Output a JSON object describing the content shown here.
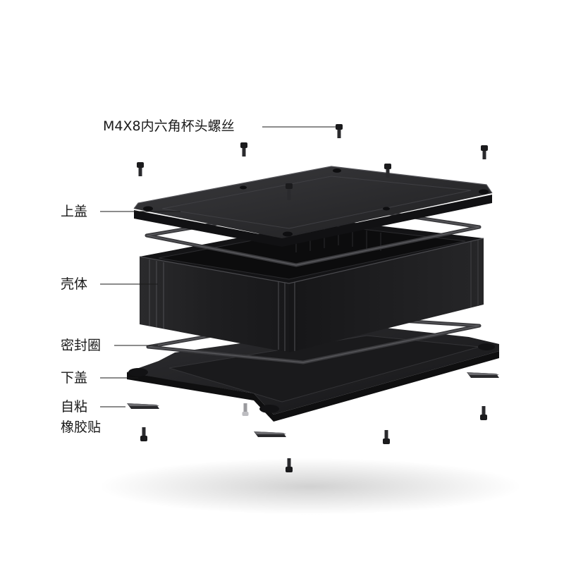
{
  "labels": {
    "screws": "M4X8内六角杯头螺丝",
    "top_cover": "上盖",
    "shell": "壳体",
    "seal_ring": "密封圈",
    "bottom_cover": "下盖",
    "rubber_pad_line1": "自粘",
    "rubber_pad_line2": "橡胶贴"
  },
  "colors": {
    "background": "#ffffff",
    "part_dark": "#1c1c1e",
    "part_face": "#2c2c2f",
    "leader_line": "#1a1a1a"
  }
}
